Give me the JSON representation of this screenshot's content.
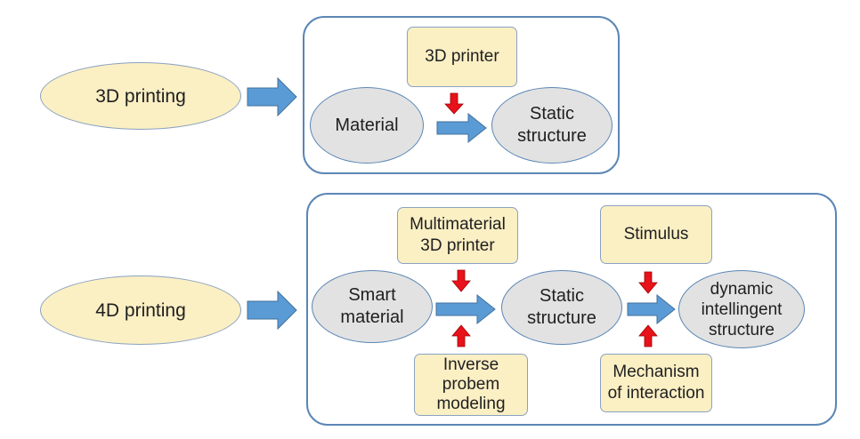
{
  "row_3d": {
    "label": "3D printing",
    "printer": "3D printer",
    "material": "Material",
    "output": [
      "Static",
      "structure"
    ]
  },
  "row_4d": {
    "label": "4D printing",
    "printer": [
      "Multimaterial",
      "3D printer"
    ],
    "material": [
      "Smart",
      "material"
    ],
    "modeling": [
      "Inverse",
      "probem",
      "modeling"
    ],
    "static": [
      "Static",
      "structure"
    ],
    "stimulus": "Stimulus",
    "mechanism": [
      "Mechanism",
      "of interaction"
    ],
    "output": [
      "dynamic",
      "intellingent",
      "structure"
    ]
  },
  "colors": {
    "panel_border": "#5b86b5",
    "yellow_fill": "#fbefc4",
    "grey_fill": "#e2e2e2",
    "blue_arrow": "#5b9bd5",
    "red_arrow": "#e8121a"
  }
}
